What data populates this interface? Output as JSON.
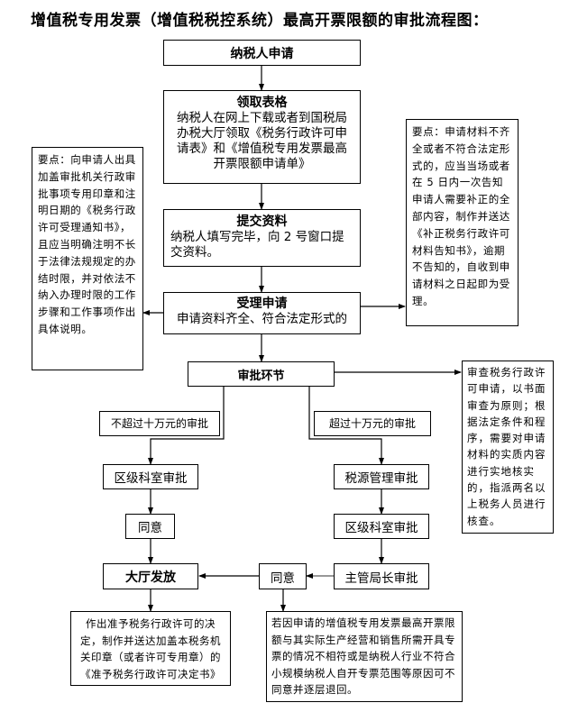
{
  "title": "增值税专用发票（增值税税控系统）最高开票限额的审批流程图：",
  "steps": {
    "apply": "纳税人申请",
    "get_form": {
      "heading": "领取表格",
      "text": "纳税人在网上下载或者到国税局办税大厅领取《税务行政许可申请表》和《增值税专用发票最高开票限额申请单》"
    },
    "submit": {
      "heading": "提交资料",
      "text": "纳税人填写完毕，向 2 号窗口提交资料。"
    },
    "accept": {
      "heading": "受理申请",
      "text": "申请资料齐全、符合法定形式的"
    },
    "review": "审批环节",
    "branch_low": "不超过十万元的审批",
    "branch_high": "超过十万元的审批",
    "left_district": "区级科室审批",
    "left_agree": "同意",
    "hall_issue": "大厅发放",
    "right_source": "税源管理审批",
    "right_district": "区级科室审批",
    "right_director": "主管局长审批",
    "right_agree": "同意",
    "decision": "作出准予税务行政许可的决定，制作并送达加盖本税务机关印章（或者许可专用章）的《准予税务行政许可决定书》",
    "reject": "若因申请的增值税专用发票最高开票限额与其实际生产经营和销售所需开具专票的情况不相符或是纳税人行业不符合小规模纳税人自开专票范围等原因可不同意并逐层退回。"
  },
  "notes": {
    "left": "要点：向申请人出具加盖审批机关行政审批事项专用印章和注明日期的《税务行政许可受理通知书》，且应当明确注明不长于法律法规规定的办结时限，并对依法不纳入办理时限的工作步骤和工作事项作出具体说明。",
    "right_top": "要点：申请材料不齐全或者不符合法定形式的，应当当场或者在 5 日内一次告知申请人需要补正的全部内容，制作并送达《补正税务行政许可材料告知书》，逾期不告知的，自收到申请材料之日起即为受理。",
    "right_review": "审查税务行政许可申请，以书面审查为原则；根据法定条件和程序，需要对申请材料的实质内容进行实地核实的，指派两名以上税务人员进行核查。"
  }
}
